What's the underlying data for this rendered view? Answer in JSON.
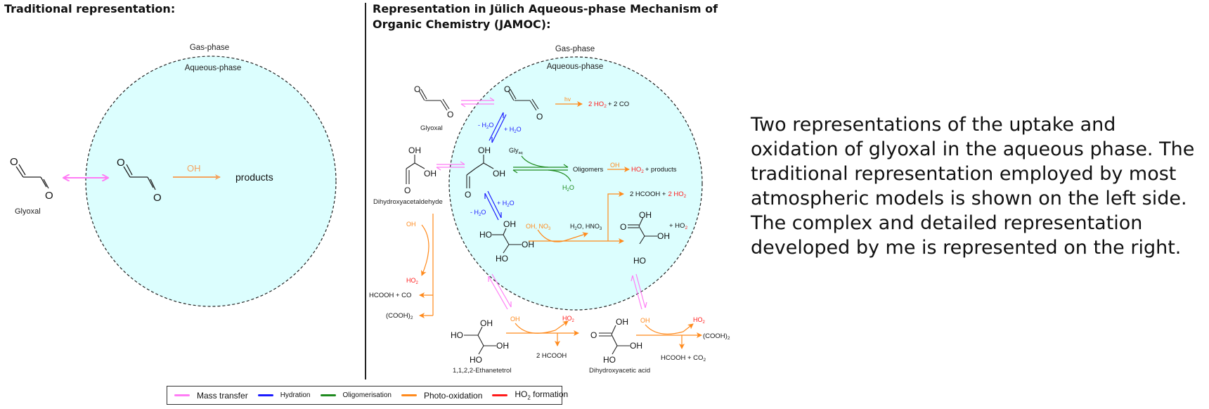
{
  "titles": {
    "left": "Traditional representation:",
    "right": "Representation in Jülich Aqueous-phase  Mechanism of Organic Chemistry (JAMOC):"
  },
  "colors": {
    "mass_transfer": "#ff7cf5",
    "hydration": "#1a1aff",
    "oligomerisation": "#1e8a1e",
    "photo_oxidation": "#ff8a1c",
    "ho2_formation": "#ff1a1a",
    "aqueous_fill": "#dcfefe",
    "traditional_oh": "#f4a460"
  },
  "left_diagram": {
    "gas_phase_label": "Gas-phase",
    "aqueous_phase_label": "Aqueous-phase",
    "glyoxal_label": "Glyoxal",
    "oh_label": "OH",
    "products_label": "products",
    "atom_o": "O"
  },
  "right_diagram": {
    "gas_phase_label": "Gas-phase",
    "aqueous_phase_label": "Aqueous-phase",
    "glyoxal_label": "Glyoxal",
    "dihydroxyacetaldehyde_label": "Dihydroxyacetaldehyde",
    "ethanetetrol_label": "1,1,2,2-Ethanetetrol",
    "dihydroxyacetic_acid_label": "Dihydroxyacetic acid",
    "hv": "hv",
    "two_ho2": "2 HO",
    "plus_2co": "+ 2 CO",
    "minus_h2o": "- H",
    "plus_h2o": "+ H",
    "h2o_suffix": "O",
    "sub_2": "2",
    "sub_3": "3",
    "sub_aq": "aq",
    "gly": "Gly",
    "oligomers": "Oligomers",
    "oh": "OH",
    "ho2": "HO",
    "plus_products": "+ products",
    "h2o_green": "H",
    "two_hcooh_plus": "2 HCOOH +",
    "two_ho2_red": "2 HO",
    "oh_no3": "OH, NO",
    "h2o_hno3": "H",
    "h2o_hno3_rest": "O, HNO",
    "plus_ho2": "+ HO",
    "hcooh_co": "HCOOH + CO",
    "cooh2": "(COOH)",
    "two_hcooh": "2 HCOOH",
    "hcooh_co2": "HCOOH + CO",
    "atom_o": "O",
    "atom_oh": "OH",
    "atom_ho": "HO"
  },
  "legend": {
    "items": [
      {
        "label": "Mass transfer",
        "color": "#ff7cf5"
      },
      {
        "label": "Hydration",
        "color": "#1a1aff"
      },
      {
        "label": "Oligomerisation",
        "color": "#1e8a1e"
      },
      {
        "label": "Photo-oxidation",
        "color": "#ff8a1c"
      },
      {
        "label": "HO",
        "sub": "2",
        "suffix": " formation",
        "color": "#ff1a1a"
      }
    ]
  },
  "caption": "Two representations of the uptake and oxidation of glyoxal in the aqueous phase. The traditional representation employed by most atmospheric models is shown on the left side. The complex and detailed representation developed by me is represented on the right."
}
